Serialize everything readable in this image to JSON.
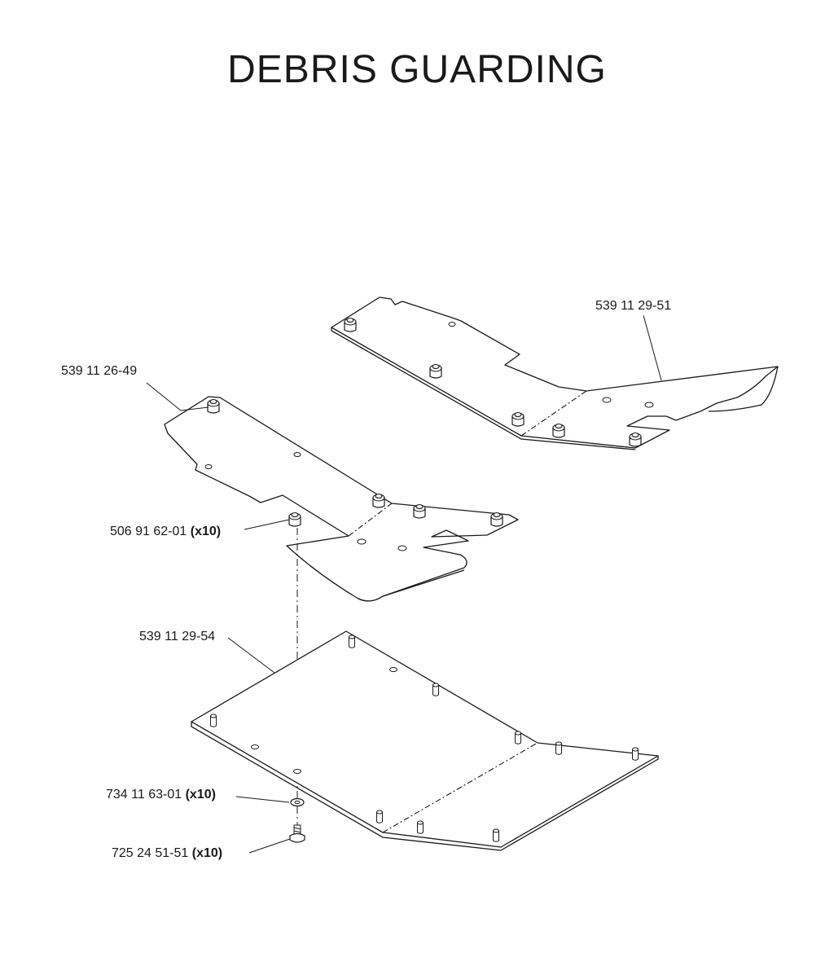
{
  "title": "DEBRIS GUARDING",
  "parts": [
    {
      "part_no": "539 11 29-51",
      "qty": ""
    },
    {
      "part_no": "539 11 26-49",
      "qty": ""
    },
    {
      "part_no": "506 91 62-01",
      "qty": "(x10)"
    },
    {
      "part_no": "539 11 29-54",
      "qty": ""
    },
    {
      "part_no": "734 11 63-01",
      "qty": "(x10)"
    },
    {
      "part_no": "725 24 51-51",
      "qty": "(x10)"
    }
  ]
}
